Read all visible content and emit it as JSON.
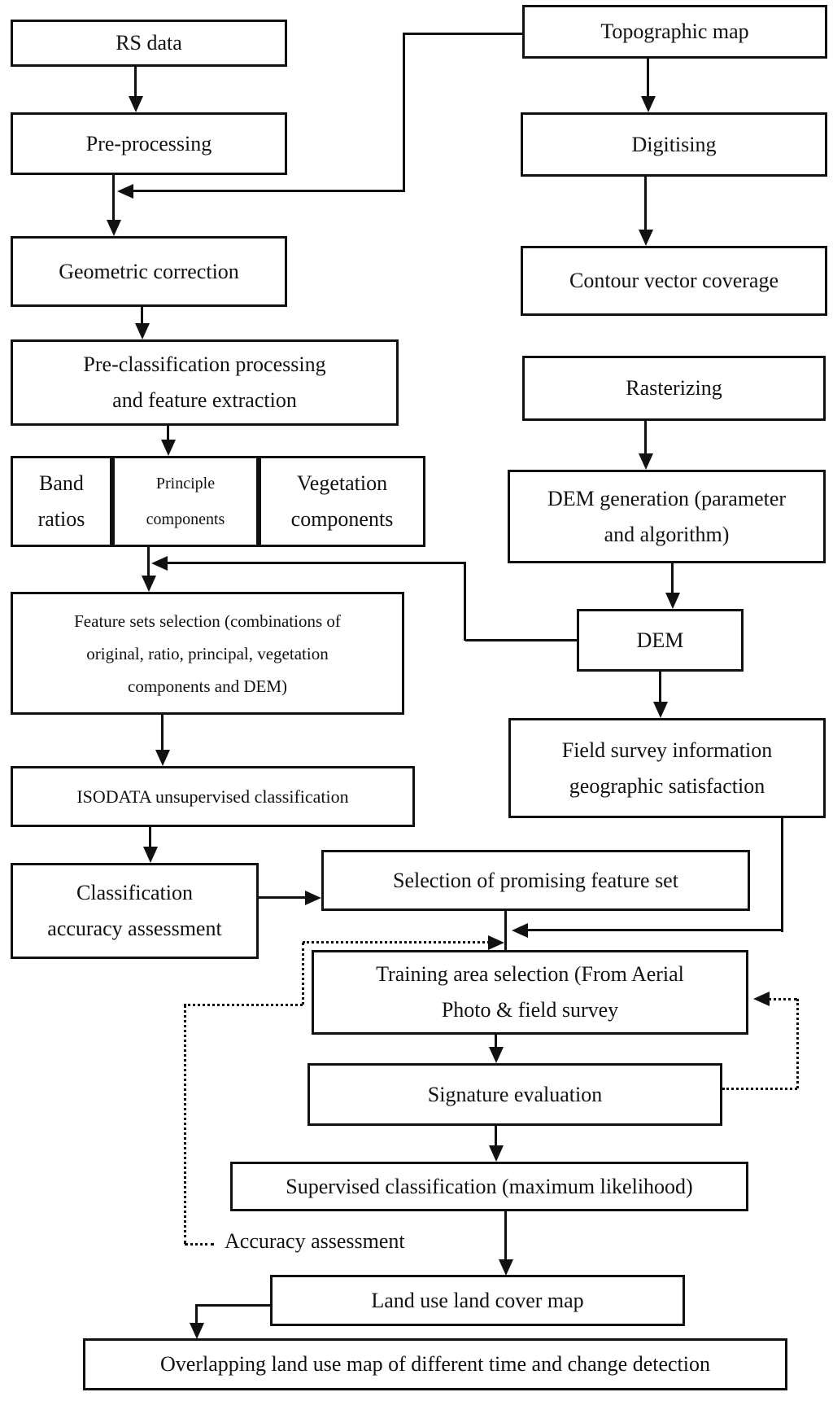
{
  "diagram": {
    "type": "flowchart",
    "colors": {
      "line": "#111111",
      "box_border": "#111111",
      "background": "#ffffff",
      "text": "#111111"
    },
    "boxes": {
      "rs_data": {
        "label": "RS data"
      },
      "topographic_map": {
        "label": "Topographic map"
      },
      "pre_processing": {
        "label": "Pre-processing"
      },
      "digitising": {
        "label": "Digitising"
      },
      "geometric_correction": {
        "label": "Geometric correction"
      },
      "contour_vector_coverage": {
        "label": "Contour vector coverage"
      },
      "pre_classification": {
        "lines": [
          "Pre-classification processing",
          "and feature extraction"
        ]
      },
      "rasterizing": {
        "label": "Rasterizing"
      },
      "band_ratios": {
        "lines": [
          "Band",
          "ratios"
        ]
      },
      "principle_components": {
        "lines": [
          "Principle",
          "components"
        ]
      },
      "vegetation_components": {
        "lines": [
          "Vegetation",
          "components"
        ]
      },
      "dem_generation": {
        "lines": [
          "DEM generation (parameter",
          "and algorithm)"
        ]
      },
      "feature_sets_selection": {
        "lines": [
          "Feature sets selection (combinations of",
          "original, ratio, principal, vegetation",
          "components and DEM)"
        ]
      },
      "dem": {
        "label": "DEM"
      },
      "field_survey": {
        "lines": [
          "Field survey information",
          "geographic satisfaction"
        ]
      },
      "isodata": {
        "label": "ISODATA unsupervised classification"
      },
      "classification_accuracy": {
        "lines": [
          "Classification",
          "accuracy assessment"
        ]
      },
      "selection_promising": {
        "label": "Selection of promising feature set"
      },
      "training_area": {
        "lines": [
          "Training area selection (From Aerial",
          "Photo & field survey"
        ]
      },
      "signature_evaluation": {
        "label": "Signature evaluation"
      },
      "supervised_classification": {
        "label": "Supervised classification (maximum likelihood)"
      },
      "land_use_map": {
        "label": "Land use land cover map"
      },
      "overlapping": {
        "label": "Overlapping land use map of different time and change detection"
      }
    },
    "floating_labels": {
      "accuracy_assessment": "Accuracy assessment"
    }
  }
}
